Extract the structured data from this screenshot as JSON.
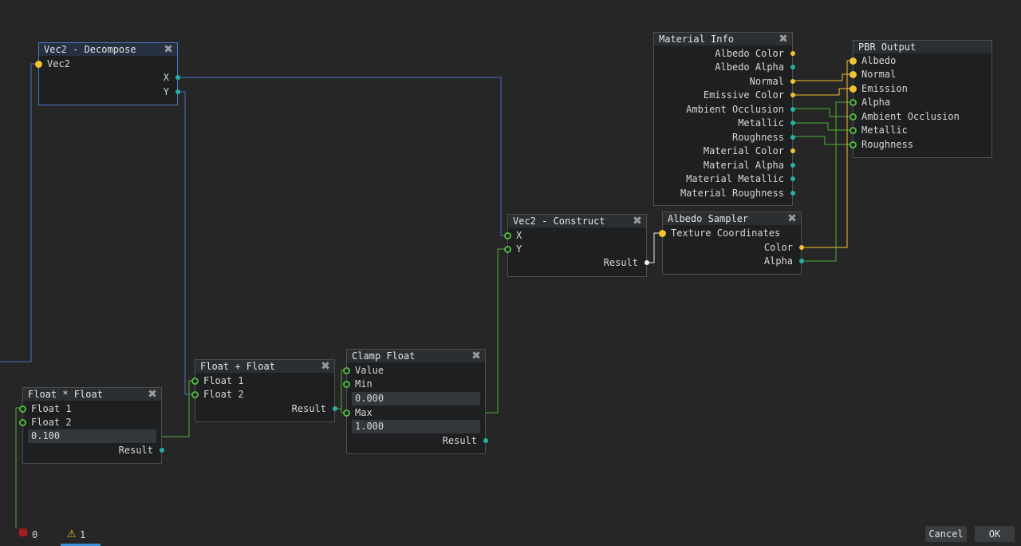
{
  "nodes": {
    "vec2_decompose": {
      "title": "Vec2 - Decompose",
      "inputs": [
        "Vec2"
      ],
      "outputs": [
        "X",
        "Y"
      ]
    },
    "material_info": {
      "title": "Material Info",
      "outputs": [
        "Albedo Color",
        "Albedo Alpha",
        "Normal",
        "Emissive Color",
        "Ambient Occlusion",
        "Metallic",
        "Roughness",
        "Material Color",
        "Material Alpha",
        "Material Metallic",
        "Material Roughness"
      ]
    },
    "pbr_output": {
      "title": "PBR Output",
      "inputs": [
        "Albedo",
        "Normal",
        "Emission",
        "Alpha",
        "Ambient Occlusion",
        "Metallic",
        "Roughness"
      ]
    },
    "vec2_construct": {
      "title": "Vec2 - Construct",
      "inputs": [
        "X",
        "Y"
      ],
      "outputs": [
        "Result"
      ]
    },
    "albedo_sampler": {
      "title": "Albedo Sampler",
      "inputs": [
        "Texture Coordinates"
      ],
      "outputs": [
        "Color",
        "Alpha"
      ]
    },
    "float_add": {
      "title": "Float + Float",
      "inputs": [
        "Float 1",
        "Float 2"
      ],
      "outputs": [
        "Result"
      ]
    },
    "clamp_float": {
      "title": "Clamp Float",
      "inputs": [
        "Value",
        "Min",
        "Max"
      ],
      "min_value": "0.000",
      "max_value": "1.000",
      "outputs": [
        "Result"
      ]
    },
    "float_mul": {
      "title": "Float * Float",
      "inputs": [
        "Float 1",
        "Float 2"
      ],
      "float2_value": "0.100",
      "outputs": [
        "Result"
      ]
    }
  },
  "close_glyph": "✖",
  "status": {
    "errors": "0",
    "warnings": "1",
    "error_icon": "error-icon",
    "warning_icon": "warning-icon",
    "warning_glyph": "⚠"
  },
  "buttons": {
    "cancel": "Cancel",
    "ok": "OK"
  },
  "colors": {
    "background": "#262626",
    "node": "#1d1f21",
    "selected_border": "#4a76c9",
    "wire_vec2": "#4a6fc6",
    "wire_float": "#4caf3a",
    "wire_color": "#f2c230",
    "pin_color": "#f2c230",
    "pin_float": "#27b1a3",
    "pin_vec2": "#f0f0f0"
  }
}
